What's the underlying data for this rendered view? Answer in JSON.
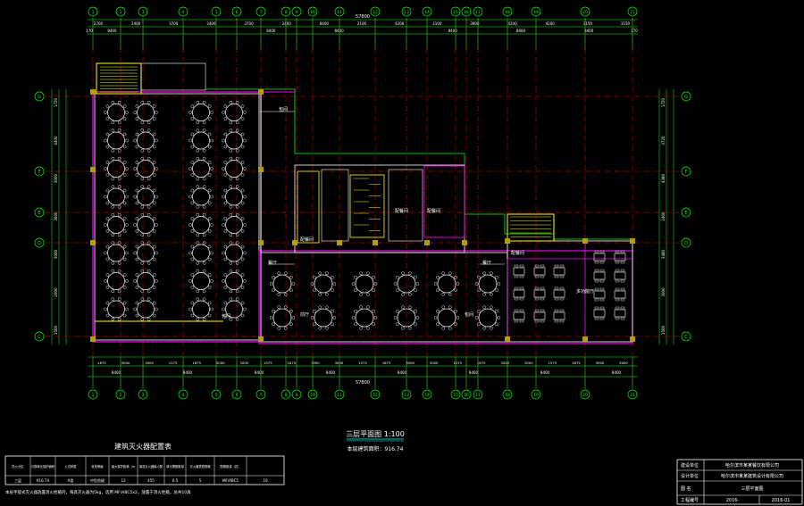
{
  "top_grid_labels": [
    "1",
    "2",
    "3",
    "4",
    "5",
    "6",
    "7",
    "8",
    "9",
    "10",
    "11",
    "12",
    "13",
    "14",
    "15",
    "16",
    "17",
    "18",
    "19",
    "20",
    "21"
  ],
  "bottom_grid_labels": [
    "1",
    "2",
    "3",
    "4",
    "5",
    "6",
    "7",
    "8",
    "9",
    "10",
    "11",
    "12",
    "13",
    "14",
    "15",
    "16",
    "17",
    "18",
    "19",
    "20",
    "21"
  ],
  "side_grid_labels": [
    "G",
    "F",
    "E",
    "D",
    "C"
  ],
  "top_dims_row1": [
    "170",
    "8400",
    "",
    "",
    "",
    "",
    "",
    "",
    "8400",
    "",
    "",
    "8400",
    "",
    "",
    "",
    "",
    "8400",
    "",
    "",
    "8400",
    "",
    "",
    "8400",
    "",
    "170"
  ],
  "top_total": "57800",
  "top_sub": [
    "2700",
    "2400",
    "3700",
    "2400",
    "3700",
    "2400",
    "8400",
    "2100",
    "4200",
    "2100",
    "3900",
    "4200",
    "4200",
    "3150",
    "3150"
  ],
  "bottom_dims": [
    "1875",
    "3000",
    "3000",
    "1575",
    "1875",
    "3000",
    "3000",
    "1575",
    "1875",
    "3000",
    "3000",
    "1575",
    "1875",
    "3000",
    "3000",
    "1575",
    "1875",
    "3000",
    "3000",
    "1575",
    "1875",
    "3000",
    "3000"
  ],
  "bottom_sub": [
    "8400",
    "8400",
    "8400",
    "8400",
    "8400",
    "8400",
    "8400",
    "8400"
  ],
  "bottom_total": "57800",
  "left_dims": [
    "1720",
    "4400",
    "3000",
    "3600",
    "3000",
    "2000",
    "1500"
  ],
  "right_dims": [
    "1720",
    "3720",
    "4380",
    "2400",
    "3480",
    "3000",
    "1500"
  ],
  "room_labels": {
    "r1": "餐厅",
    "r2": "餐厅",
    "r3": "多功能厅",
    "r4": "包间",
    "r5": "前厅",
    "r6": "配餐间",
    "r7": "配餐间",
    "r8": "配餐间",
    "r9": "包间",
    "r10": "包间",
    "r11": "配餐间"
  },
  "plan_caption": "三层平面图  1:100",
  "plan_subcaption": "本层建筑面积：916.74",
  "table": {
    "title": "建筑灭火器配置表",
    "headers": [
      "防火分区",
      "计算单元保护面积（m²）",
      "火灾种类",
      "危险等级",
      "最大保护距离（m）",
      "单具灭火器最小配置",
      "单元需配数量",
      "灭火器类型规格",
      "配置数量（具）"
    ],
    "row": [
      "三层",
      "916.74",
      "A类",
      "中危险级",
      "12",
      "455",
      "0.5",
      "5",
      "MF/ABC5",
      "10"
    ],
    "note": "本层手提式灭火器放置消火栓箱内，每具灭火器为5kg，选用 MF/ABC5x2，放置于消火栓箱，总共10具"
  },
  "titleblock": {
    "r1_label": "建设单位",
    "r1_value": "哈尔滨市某某餐饮有限公司",
    "r2_label": "设计单位",
    "r2_value": "哈尔滨市某某建筑设计有限公司",
    "r3_label": "图 名",
    "r3_value": "三层平面图",
    "r4_label": "工程编号",
    "r4_v1": "2016-",
    "r4_v2": "2016-01"
  },
  "colors": {
    "background": "#000000",
    "dim_line": "#00ff00",
    "grid_line": "#ff0000",
    "wall": "#ffffff",
    "wall_magenta": "#ff00ff",
    "stair": "#ffff00",
    "cyan_text": "#00ffff",
    "table_blue": "#7f9fff"
  }
}
